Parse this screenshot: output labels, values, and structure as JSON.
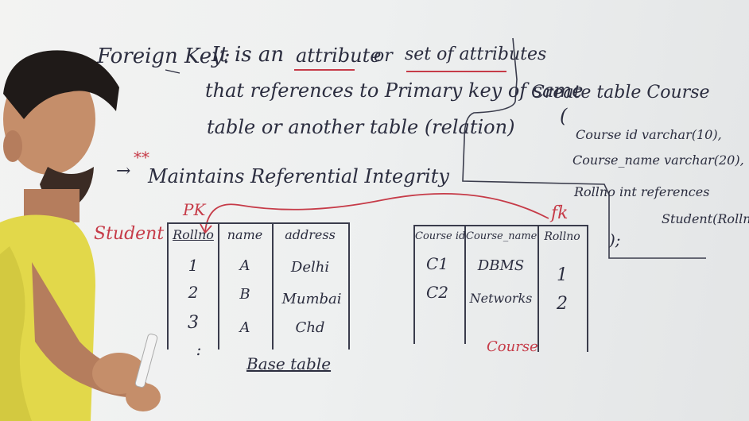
{
  "definition": {
    "term": "Foreign Key:",
    "line1_a": "It is an",
    "line1_b": "attribute",
    "line1_c": "or",
    "line1_d": "set of attributes",
    "line2": "that references to Primary key of same",
    "line3": "table or another table (relation)"
  },
  "note": {
    "stars": "**",
    "arrow": "→",
    "text": "Maintains Referential Integrity"
  },
  "labels": {
    "pk": "PK",
    "fk": "fk",
    "student": "Student",
    "course_caption": "Course",
    "base_table": "Base table"
  },
  "student_table": {
    "headers": [
      "Rollno",
      "name",
      "address"
    ],
    "rows": [
      [
        "1",
        "A",
        "Delhi"
      ],
      [
        "2",
        "B",
        "Mumbai"
      ],
      [
        "3",
        "A",
        "Chd"
      ]
    ],
    "more": ":"
  },
  "course_table": {
    "headers": [
      "Course id",
      "Course_name",
      "Rollno"
    ],
    "rows": [
      [
        "C1",
        "DBMS",
        "1"
      ],
      [
        "C2",
        "Networks",
        "2"
      ]
    ]
  },
  "sql": {
    "line1": "Create table Course",
    "line2": "(",
    "line3": "Course id varchar(10),",
    "line4": "Course_name varchar(20),",
    "line5": "Rollno int references",
    "line6": "Student(Rollno)",
    "line7": ");"
  },
  "colors": {
    "ink": "#2b2d3f",
    "red_marker": "#c63b48",
    "board": "#eef0f0"
  }
}
